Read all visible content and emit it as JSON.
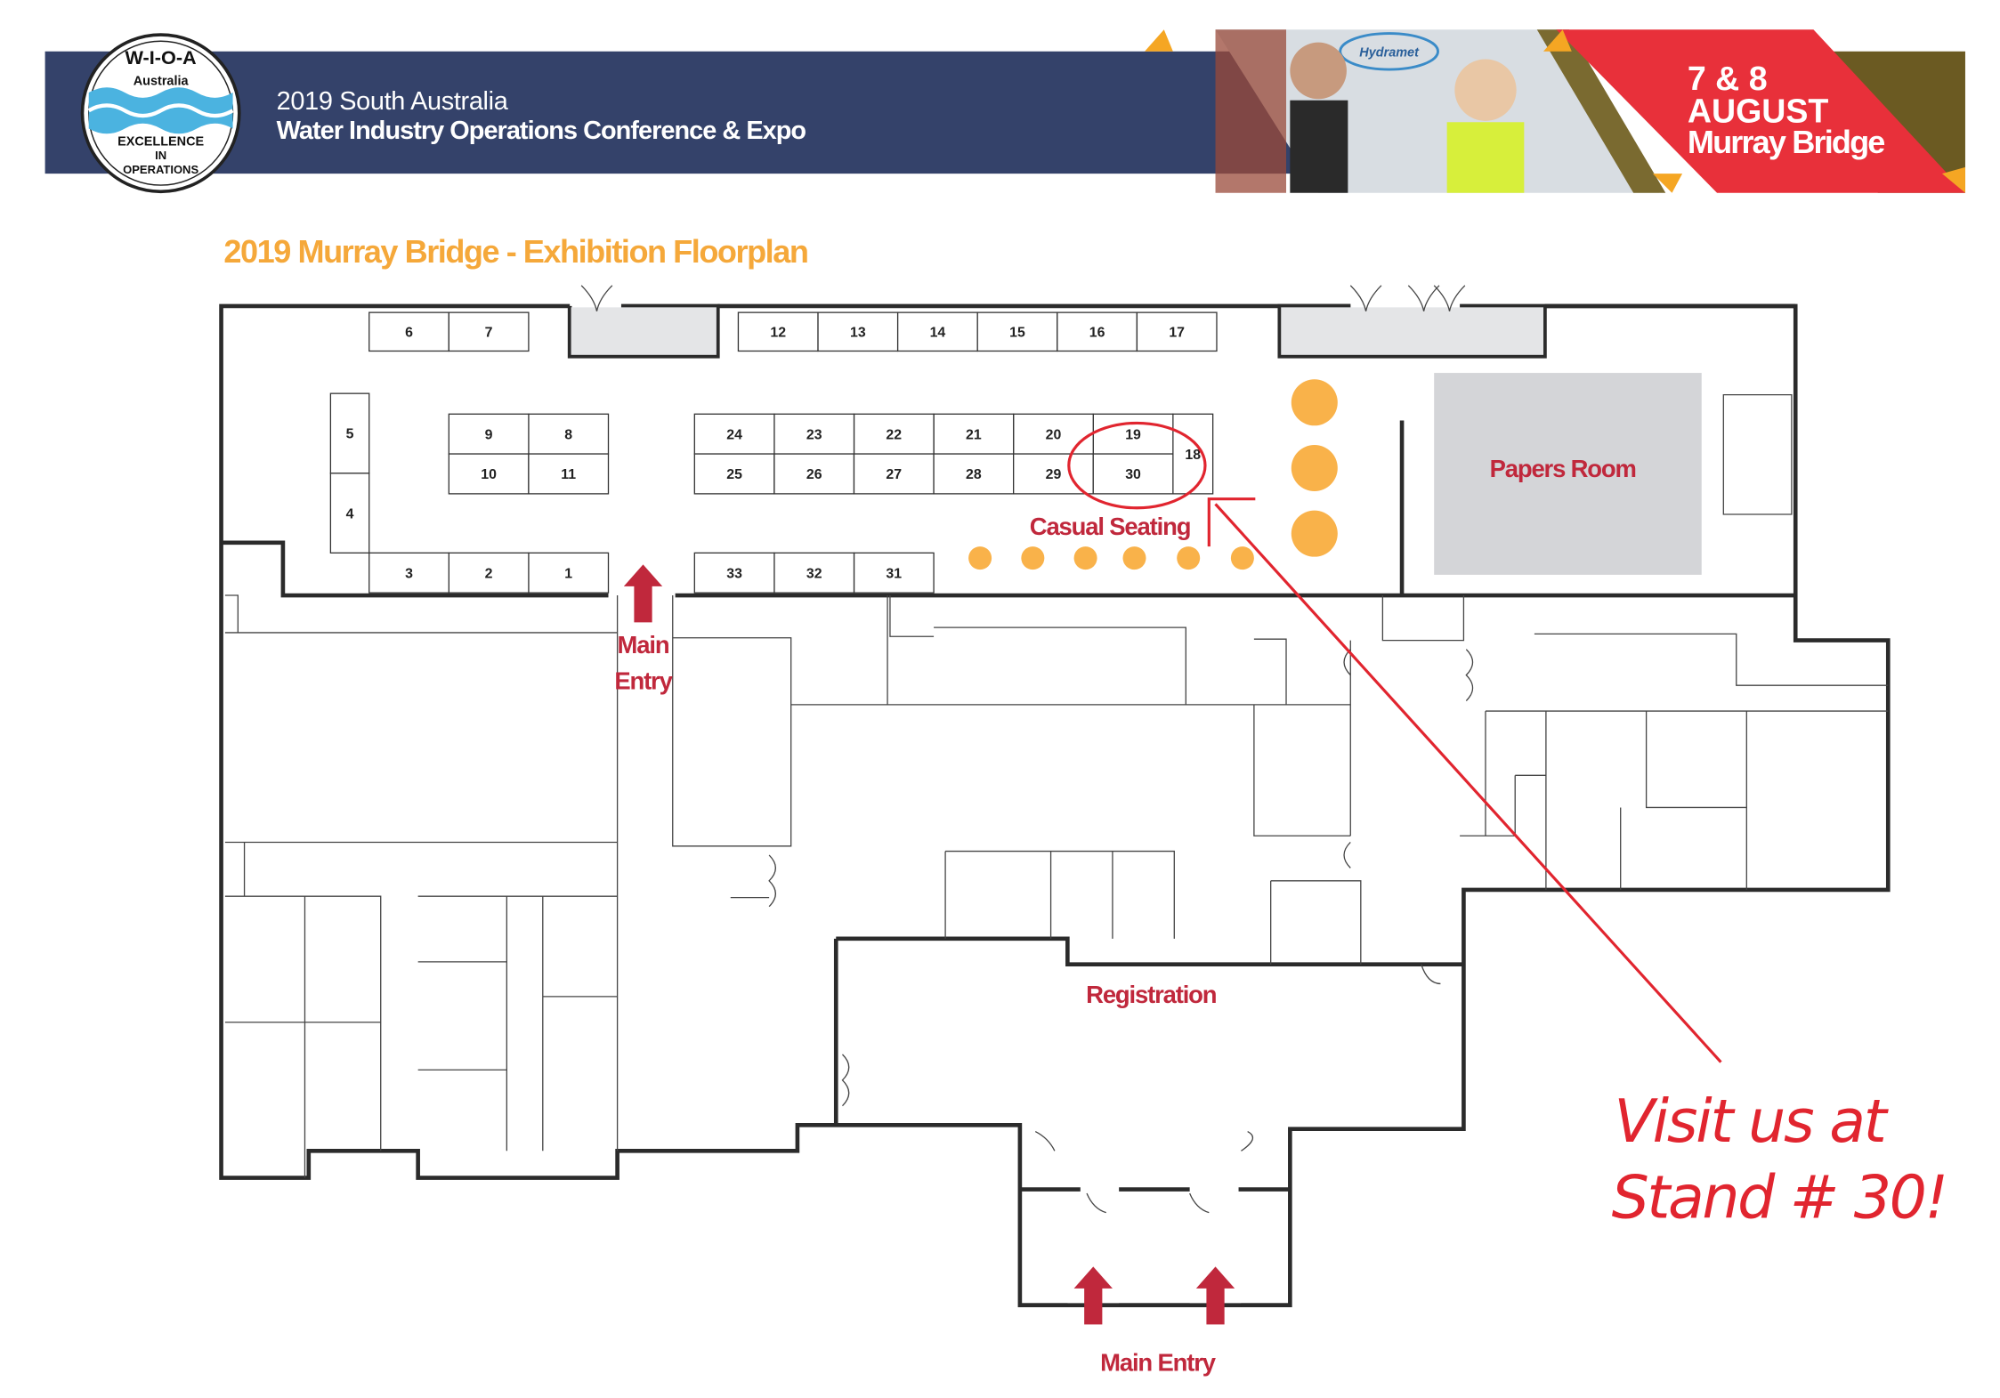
{
  "header": {
    "logo": {
      "name": "W-I-O-A",
      "country": "Australia",
      "motto_line1": "EXCELLENCE",
      "motto_line2": "IN",
      "motto_line3": "OPERATIONS"
    },
    "subtitle": "2019 South Australia",
    "title": "Water Industry Operations Conference & Expo",
    "date_line1": "7 & 8",
    "date_line2": "AUGUST",
    "date_line3": "Murray Bridge",
    "photo_banner_text": "Hydramet",
    "colors": {
      "navy": "#34426a",
      "red": "#e8303a",
      "orange": "#f5a623"
    }
  },
  "floorplan": {
    "title": "2019 Murray Bridge - Exhibition Floorplan",
    "booths": [
      "1",
      "2",
      "3",
      "4",
      "5",
      "6",
      "7",
      "8",
      "9",
      "10",
      "11",
      "12",
      "13",
      "14",
      "15",
      "16",
      "17",
      "18",
      "19",
      "20",
      "21",
      "22",
      "23",
      "24",
      "25",
      "26",
      "27",
      "28",
      "29",
      "30",
      "31",
      "32",
      "33"
    ],
    "labels": {
      "casual_seating": "Casual Seating",
      "papers_room": "Papers Room",
      "registration": "Registration",
      "main_entry_side_line1": "Main",
      "main_entry_side_line2": "Entry",
      "main_entry_bottom": "Main Entry"
    },
    "callout": {
      "line1": "Visit us at",
      "line2": "Stand # 30!",
      "highlighted_stand": "30"
    },
    "colors": {
      "label_red": "#c0283c",
      "callout_red": "#e1252f",
      "seat_orange": "#f9b24a",
      "room_gray": "#d4d5d8"
    }
  }
}
